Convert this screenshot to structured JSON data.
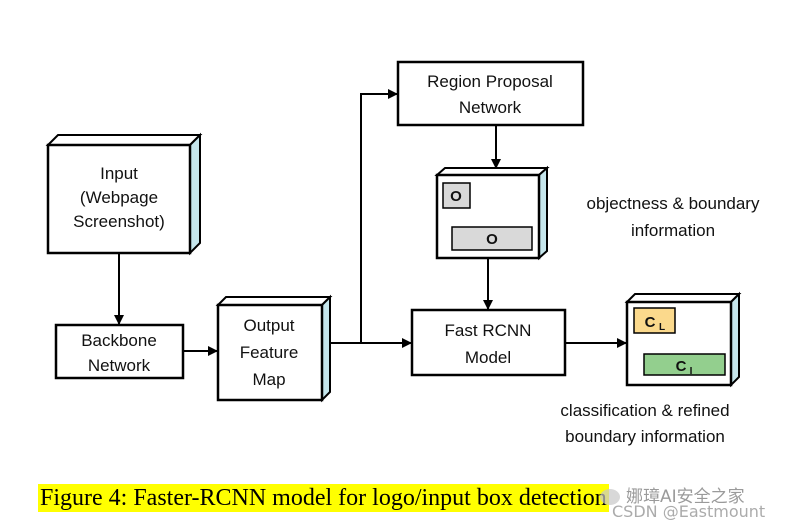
{
  "diagram": {
    "nodes": {
      "input": {
        "lines": [
          "Input",
          "(Webpage",
          "Screenshot)"
        ]
      },
      "backbone": {
        "lines": [
          "Backbone",
          "Network"
        ]
      },
      "feature_map": {
        "lines": [
          "Output",
          "Feature",
          "Map"
        ]
      },
      "rpn": {
        "lines": [
          "Region Proposal",
          "Network"
        ]
      },
      "rpn_output": {
        "tags": [
          "O",
          "O"
        ]
      },
      "fast_rcnn": {
        "lines": [
          "Fast RCNN",
          "Model"
        ]
      },
      "final_output": {
        "tag_cl_main": "C",
        "tag_cl_sub": "L",
        "tag_ci_main": "C",
        "tag_ci_sub": "I"
      }
    },
    "annotations": {
      "objectness": [
        "objectness & boundary",
        "information"
      ],
      "classification": [
        "classification & refined",
        "boundary information"
      ]
    },
    "colors": {
      "side_panel": "#c5e6ec",
      "rpn_tag_fill": "#d9d9d9",
      "cl_tag_fill": "#fbd98c",
      "ci_tag_fill": "#93cf8e",
      "caption_highlight": "#ffff00"
    },
    "edges": [
      {
        "from": "input",
        "to": "backbone"
      },
      {
        "from": "backbone",
        "to": "feature_map"
      },
      {
        "from": "feature_map",
        "to": "rpn"
      },
      {
        "from": "feature_map",
        "to": "fast_rcnn"
      },
      {
        "from": "rpn",
        "to": "rpn_output"
      },
      {
        "from": "rpn_output",
        "to": "fast_rcnn"
      },
      {
        "from": "fast_rcnn",
        "to": "final_output"
      }
    ]
  },
  "caption": "Figure 4: Faster-RCNN model for logo/input box detection",
  "watermark": {
    "line1": "娜璋AI安全之家",
    "line2": "CSDN @Eastmount"
  }
}
